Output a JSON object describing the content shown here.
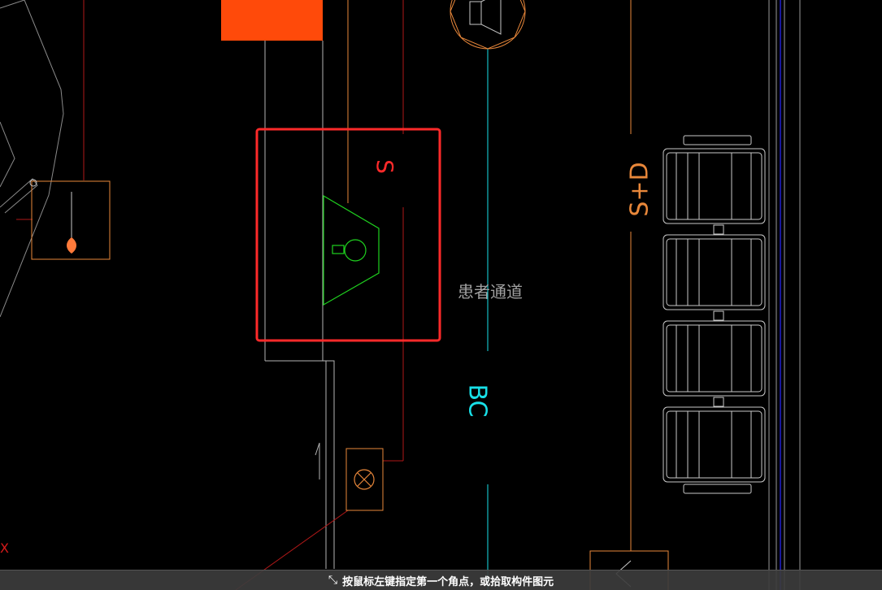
{
  "drawing": {
    "label_s": "S",
    "label_bc": "BC",
    "label_sd": "S+D",
    "label_corridor": "患者通道",
    "label_x": "X"
  },
  "status_bar": {
    "prompt": "按鼠标左键指定第一个角点，或拾取构件图元",
    "cursor_icon": "crosshair-cursor-icon"
  },
  "colors": {
    "background": "#000000",
    "wall_line": "#c8c8c8",
    "orange_line": "#e8873a",
    "red_line": "#d61a1a",
    "cyan_line": "#18e0e8",
    "green_symbol": "#1fd11f",
    "selection_box": "#ff2a2a",
    "fill_block": "#ff4a0a",
    "status_bg": "#3c3c3c"
  }
}
